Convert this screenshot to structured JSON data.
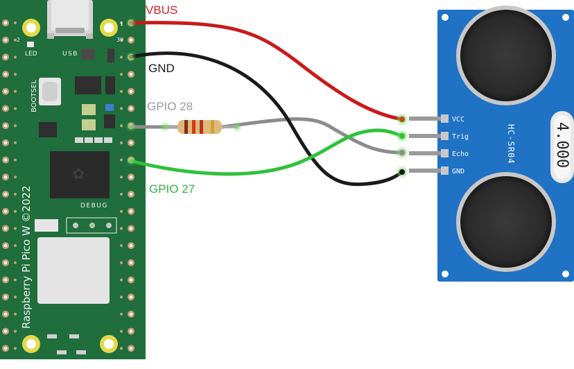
{
  "labels": {
    "vbus": "VBUS",
    "gnd": "GND",
    "gpio28": "GPIO 28",
    "gpio27": "GPIO 27"
  },
  "pico": {
    "board_name": "Raspberry Pi Pico W ©2022",
    "led": "LED",
    "usb": "USB",
    "bootsel": "BOOTSEL",
    "debug": "DEBUG",
    "pin_1": "1",
    "pin_2": "2",
    "pin_39": "39"
  },
  "sensor": {
    "model": "HC-SR04",
    "crystal": "4.000",
    "pins": [
      "VCC",
      "Trig",
      "Echo",
      "GND"
    ]
  },
  "colors": {
    "pcb": "#1f6e3c",
    "sensor_board": "#1f72c4",
    "vbus_wire": "#c81a1a",
    "gnd_wire": "#1a1a1a",
    "gpio28_wire": "#8c8c8c",
    "gpio27_wire": "#2ec23a",
    "vbus_label": "#d42020",
    "gpio28_label": "#9a9a9a",
    "gpio27_label": "#33b540"
  }
}
